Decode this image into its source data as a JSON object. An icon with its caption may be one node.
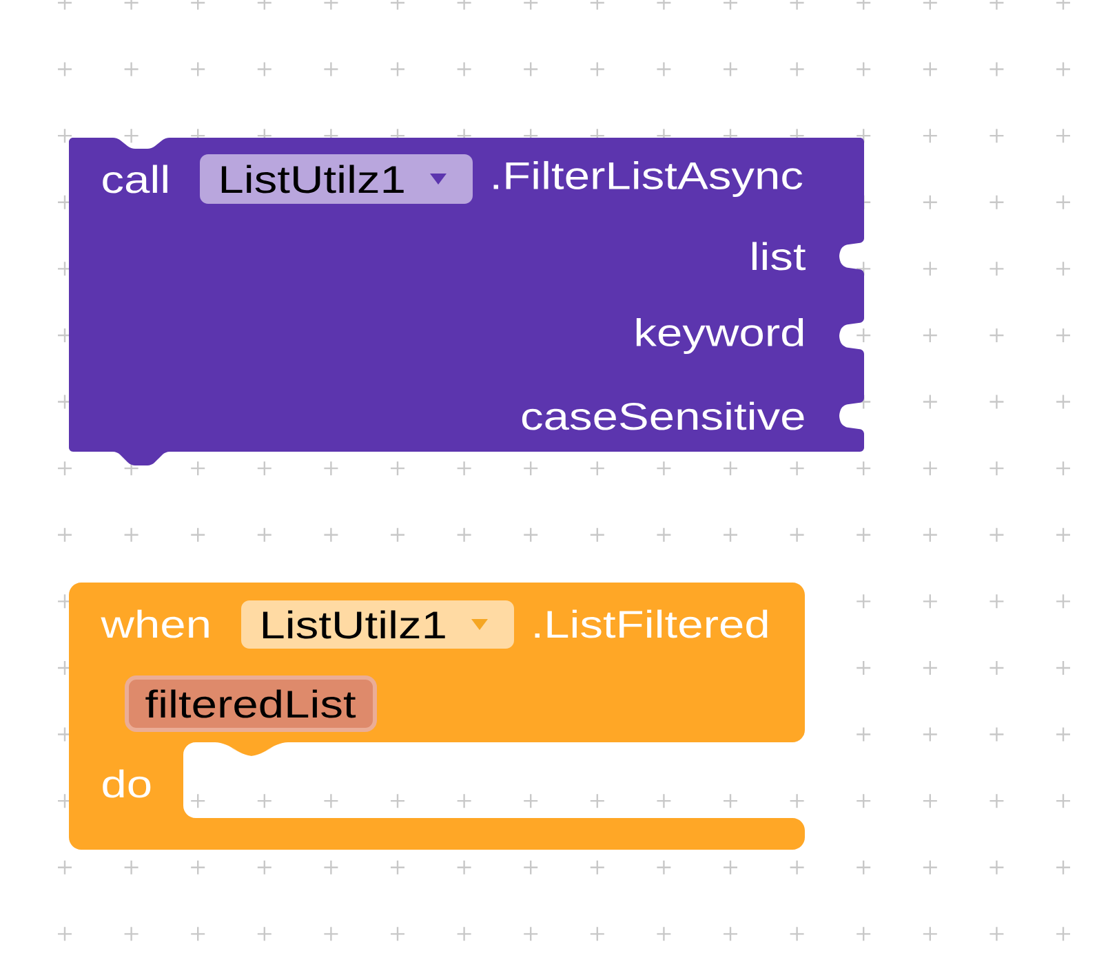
{
  "diagram": {
    "nodes": [
      {
        "text": [
          "call",
          ".FilterListAsync",
          "list",
          "keyword",
          "caseSensitive"
        ]
      },
      {
        "text": [
          "ListUtilz1"
        ],
        "in": 0
      },
      {
        "text": [
          "when",
          ".ListFiltered",
          "do"
        ]
      },
      {
        "text": [
          "ListUtilz1"
        ],
        "in": 2
      },
      {
        "text": [
          "filteredList"
        ],
        "in": 2
      }
    ]
  }
}
